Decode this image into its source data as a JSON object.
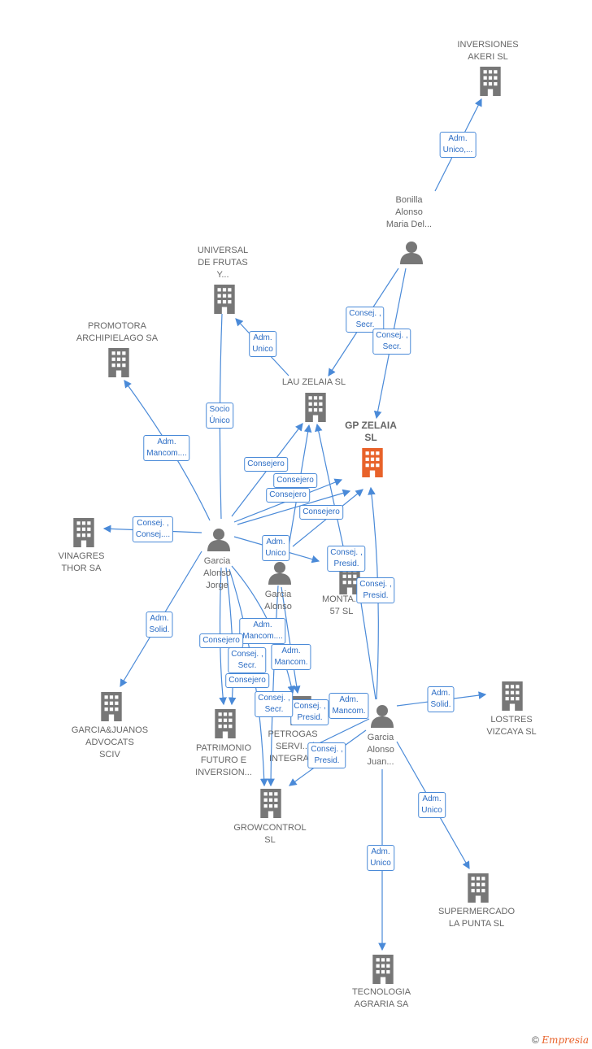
{
  "colors": {
    "accent": "#e8622a",
    "edge": "#4a8ad8",
    "node": "#777777"
  },
  "nodes": {
    "inversiones": {
      "label": "INVERSIONES\nAKERI  SL",
      "type": "company"
    },
    "bonilla": {
      "label": "Bonilla\nAlonso\nMaria Del...",
      "type": "person"
    },
    "universal": {
      "label": "UNIVERSAL\nDE FRUTAS\nY...",
      "type": "company"
    },
    "promotora": {
      "label": "PROMOTORA\nARCHIPIELAGO SA",
      "type": "company"
    },
    "lau": {
      "label": "LAU ZELAIA  SL",
      "type": "company"
    },
    "gp": {
      "label": "GP ZELAIA\nSL",
      "type": "company-main"
    },
    "vinagres": {
      "label": "VINAGRES\nTHOR SA",
      "type": "company"
    },
    "jorge": {
      "label": "Garcia\nAlonso\nJorge",
      "type": "person"
    },
    "garcia_mid": {
      "label": "Garcia\nAlonso\n...",
      "type": "person"
    },
    "montalban": {
      "label": "MONTA...\n57  SL",
      "type": "company"
    },
    "garciajuanos": {
      "label": "GARCIA&JUANOS\nADVOCATS\nSCIV",
      "type": "company"
    },
    "patrimonio": {
      "label": "PATRIMONIO\nFUTURO E\nINVERSION...",
      "type": "company"
    },
    "petrogas": {
      "label": "PETROGAS\nSERVI...\nINTEGRA...",
      "type": "company"
    },
    "juan": {
      "label": "Garcia\nAlonso\nJuan...",
      "type": "person"
    },
    "lostres": {
      "label": "LOSTRES\nVIZCAYA SL",
      "type": "company"
    },
    "growcontrol": {
      "label": "GROWCONTROL\nSL",
      "type": "company"
    },
    "supermercado": {
      "label": "SUPERMERCADO\nLA PUNTA  SL",
      "type": "company"
    },
    "tecnologia": {
      "label": "TECNOLOGIA\nAGRARIA SA",
      "type": "company"
    }
  },
  "edge_labels": {
    "bonilla_inversiones": "Adm.\nUnico,...",
    "bonilla_lau": "Consej. ,\nSecr.",
    "bonilla_gp": "Consej. ,\nSecr.",
    "lau_universal": "Adm.\nUnico",
    "jorge_universal": "Socio\nÚnico",
    "jorge_promotora": "Adm.\nMancom....",
    "jorge_lau": "Consejero",
    "jorge_gp_1": "Consejero",
    "jorge_gp_2": "Consejero",
    "mid_gp": "Consejero",
    "jorge_vinagres": "Consej. ,\nConsej....",
    "jorge_montalban": "Adm.\nUnico",
    "mid_montalban": "Consej. ,\nPresid.",
    "juan_gp": "Consej. ,\nPresid.",
    "jorge_garciajuanos": "Adm.\nSolid.",
    "jorge_patrimonio": "Consejero",
    "jorge_petrogas": "Adm.\nMancom....",
    "mid_growcontrol": "Consej. ,\nSecr.",
    "jorge_growcontrol": "Consejero",
    "mid_petrogas": "Adm.\nMancom.",
    "juan_petrogas": "Consej. ,\nPresid.",
    "juan_growcontrol_a": "Adm.\nMancom.",
    "juan_growcontrol_b": "Consej. ,\nPresid.",
    "juan_growcontrol_c": "Consej. ,\nSecr.",
    "juan_lostres": "Adm.\nSolid.",
    "juan_supermercado": "Adm.\nUnico",
    "juan_tecnologia": "Adm.\nUnico"
  },
  "footer": {
    "copyright": "©",
    "brand": "Empresia"
  }
}
